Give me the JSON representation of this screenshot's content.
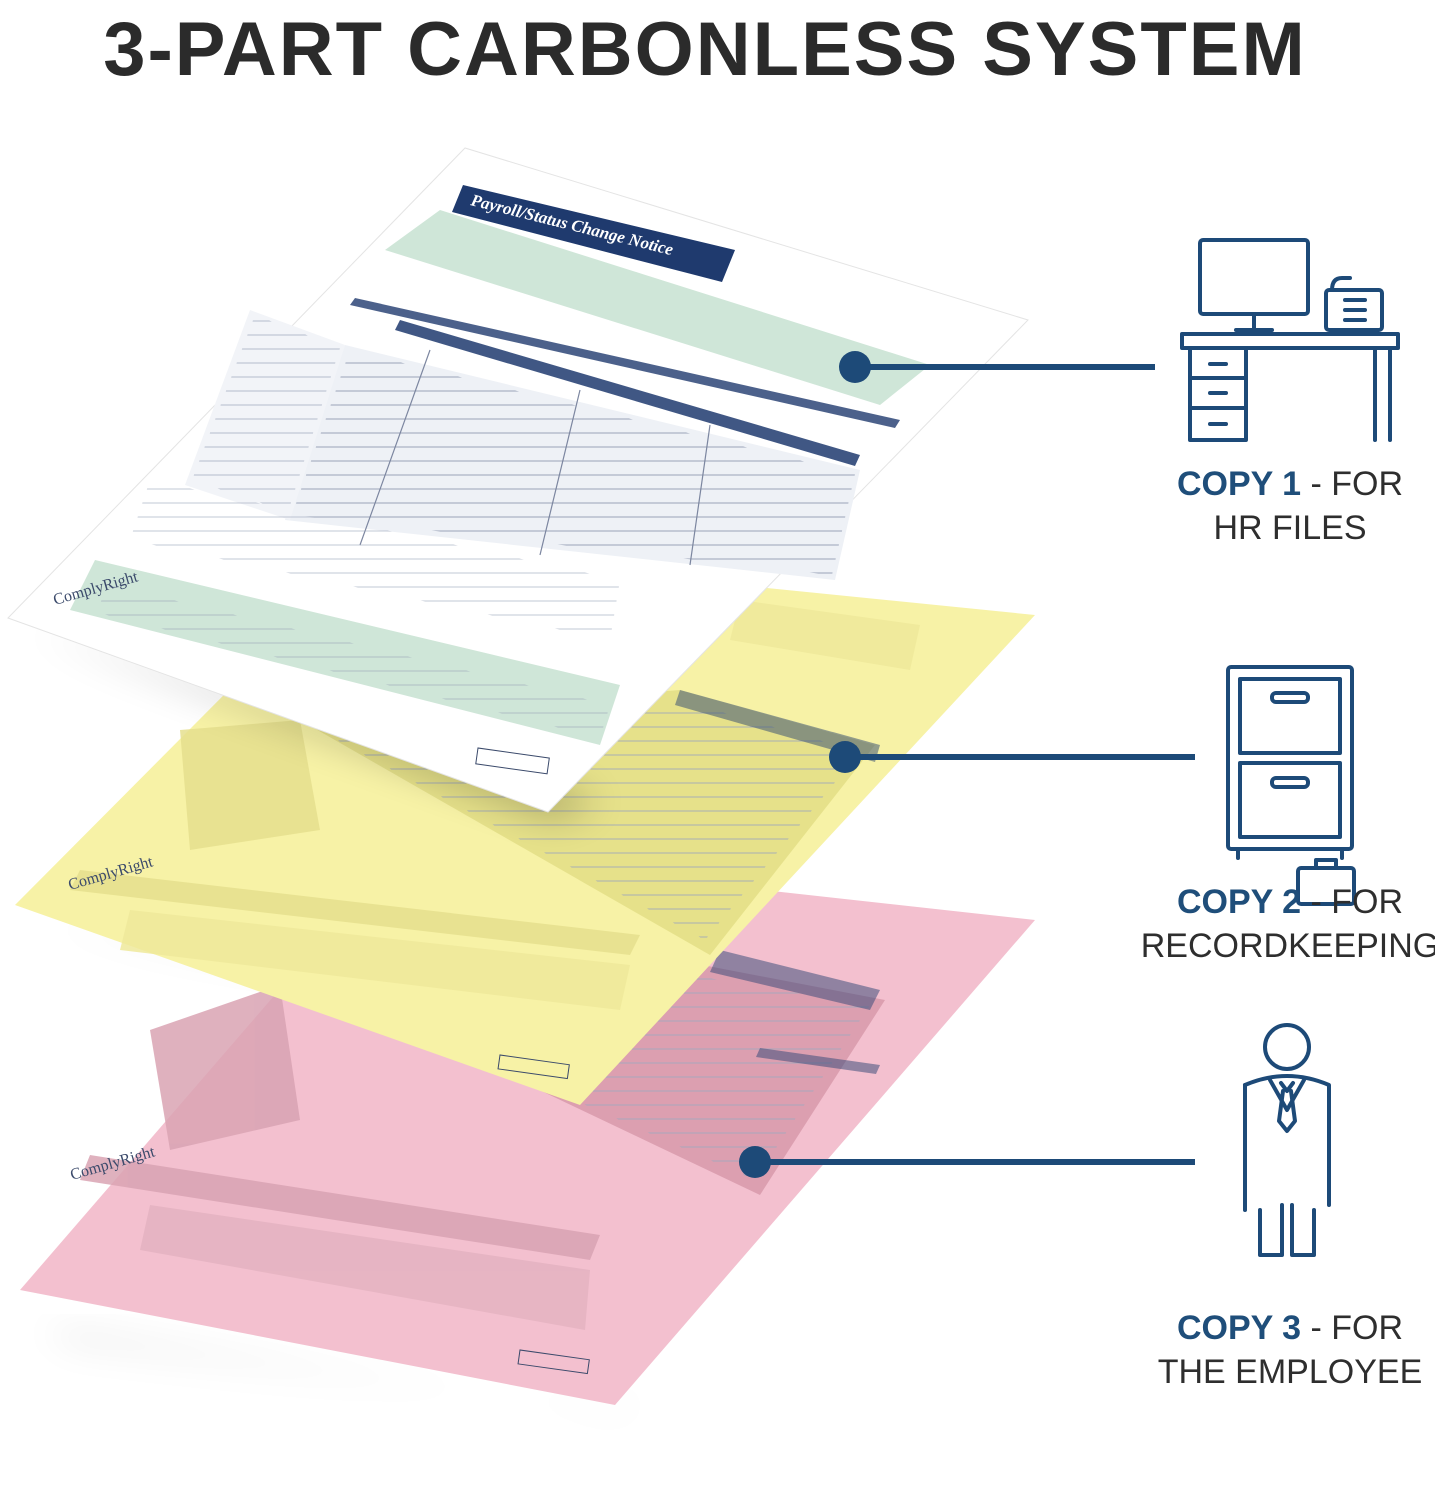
{
  "title": "3-PART CARBONLESS SYSTEM",
  "colors": {
    "accent": "#1d4a78",
    "title": "#2b2b2b",
    "sheet_white": "#ffffff",
    "sheet_yellow": "#f7f2a6",
    "sheet_pink": "#f3c0cf",
    "form_green": "#cfe6d8",
    "form_header_navy": "#1f3a6e"
  },
  "form": {
    "header": "Payroll/Status Change Notice",
    "brand": "ComplyRight",
    "badge": "ComplyRight"
  },
  "copies": [
    {
      "copy_label": "COPY 1",
      "purpose_prefix": "- FOR",
      "purpose": "HR FILES",
      "icon": "desk-computer-icon"
    },
    {
      "copy_label": "COPY 2",
      "purpose_prefix": "- FOR",
      "purpose": "RECORDKEEPING",
      "icon": "filing-cabinet-icon"
    },
    {
      "copy_label": "COPY 3",
      "purpose_prefix": "- FOR",
      "purpose": "THE EMPLOYEE",
      "icon": "employee-briefcase-icon"
    }
  ]
}
